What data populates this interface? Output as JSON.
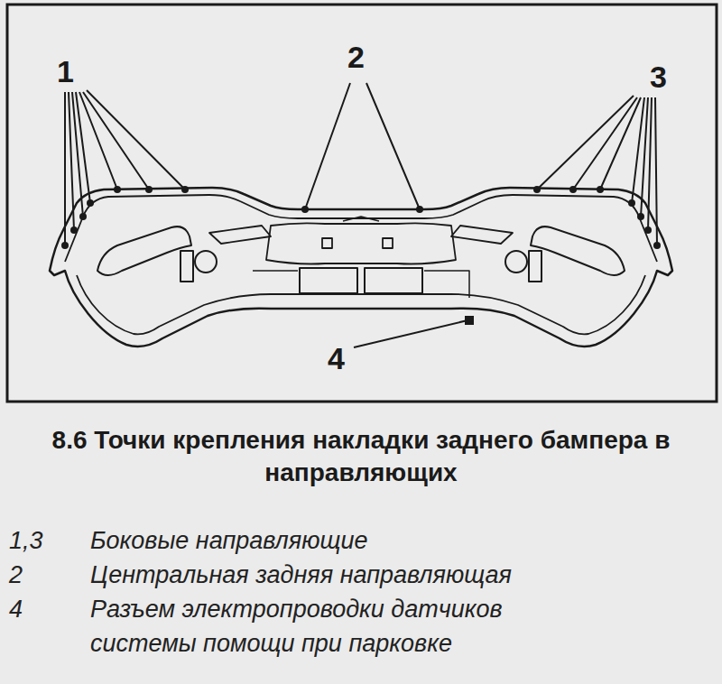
{
  "diagram": {
    "caption": "8.6 Точки крепления накладки заднего бампера в направляющих",
    "labels": [
      "1",
      "2",
      "3",
      "4",
      "1,3",
      "Боковые направляющие",
      "2",
      "Центральная задняя направляющая",
      "4",
      "Разъем электропроводки датчиков системы помощи при парковке"
    ]
  }
}
